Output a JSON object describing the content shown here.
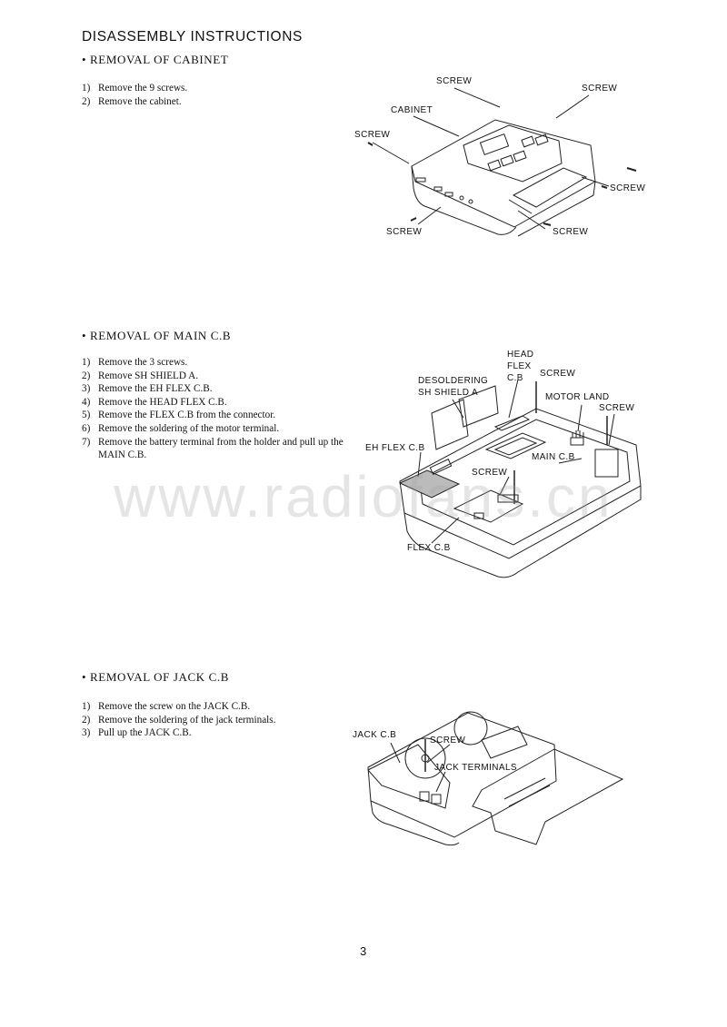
{
  "title": "DISASSEMBLY  INSTRUCTIONS",
  "sections": [
    {
      "heading": "• REMOVAL  OF  CABINET",
      "steps": [
        {
          "num": "1)",
          "text": "Remove the 9 screws."
        },
        {
          "num": "2)",
          "text": "Remove the cabinet."
        }
      ],
      "labels": {
        "screw_top": "SCREW",
        "screw_top_right": "SCREW",
        "cabinet": "CABINET",
        "screw_left": "SCREW",
        "screw_right": "SCREW",
        "screw_bottom_left": "SCREW",
        "screw_bottom_right": "SCREW"
      }
    },
    {
      "heading": "• REMOVAL  OF  MAIN C.B",
      "steps": [
        {
          "num": "1)",
          "text": "Remove the 3 screws."
        },
        {
          "num": "2)",
          "text": "Remove  SH  SHIELD  A."
        },
        {
          "num": "3)",
          "text": "Remove the EH  FLEX  C.B."
        },
        {
          "num": "4)",
          "text": "Remove the HEAD  FLEX  C.B."
        },
        {
          "num": "5)",
          "text": "Remove the FLEX  C.B from the connector."
        },
        {
          "num": "6)",
          "text": "Remove the soldering of the motor terminal."
        },
        {
          "num": "7)",
          "text": "Remove the battery terminal from the holder and pull up the MAIN C.B."
        }
      ],
      "labels": {
        "head_flex": "HEAD FLEX C.B",
        "screw_head": "SCREW",
        "desoldering": "DESOLDERING SH SHIELD  A",
        "motor_land": "MOTOR LAND",
        "screw_right": "SCREW",
        "eh_flex": "EH FLEX C.B",
        "main_cb": "MAIN  C.B",
        "screw_mid": "SCREW",
        "flex_cb": "FLEX C.B"
      }
    },
    {
      "heading": "• REMOVAL OF JACK C.B",
      "steps": [
        {
          "num": "1)",
          "text": "Remove the screw on the JACK  C.B."
        },
        {
          "num": "2)",
          "text": "Remove the soldering of the jack terminals."
        },
        {
          "num": "3)",
          "text": "Pull up the JACK  C.B."
        }
      ],
      "labels": {
        "jack_cb": "JACK  C.B",
        "screw": "SCREW",
        "jack_terminals": "JACK  TERMINALS"
      }
    }
  ],
  "watermark": "www.radiofans.cn",
  "page_number": "3"
}
